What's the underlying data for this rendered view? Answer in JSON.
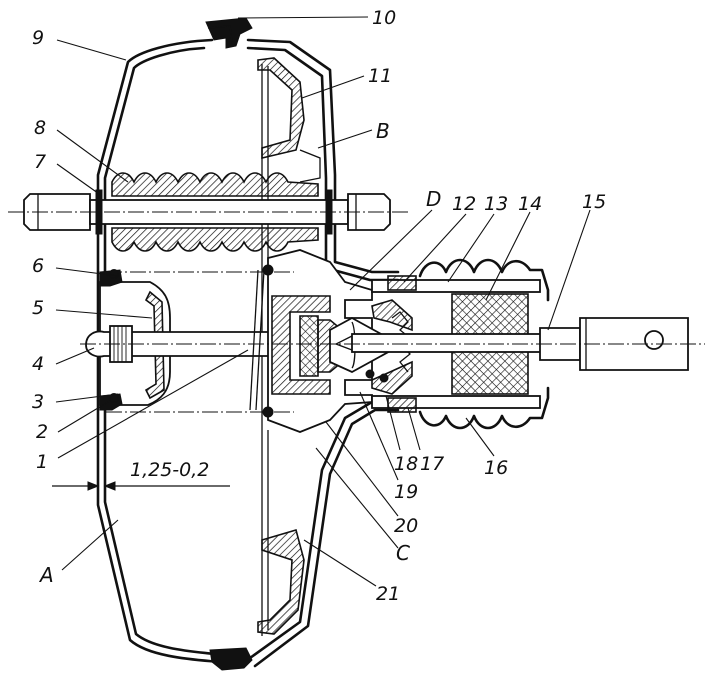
{
  "labels": {
    "n1": "1",
    "n2": "2",
    "n3": "3",
    "n4": "4",
    "n5": "5",
    "n6": "6",
    "n7": "7",
    "n8": "8",
    "n9": "9",
    "n10": "10",
    "n11": "11",
    "n12": "12",
    "n13": "13",
    "n14": "14",
    "n15": "15",
    "n16": "16",
    "n17": "17",
    "n18": "18",
    "n19": "19",
    "n20": "20",
    "n21": "21",
    "chamberA": "A",
    "chamberB": "B",
    "chamberC": "C",
    "chamberD": "D"
  },
  "dimension": {
    "value": "1,25-0,2"
  }
}
